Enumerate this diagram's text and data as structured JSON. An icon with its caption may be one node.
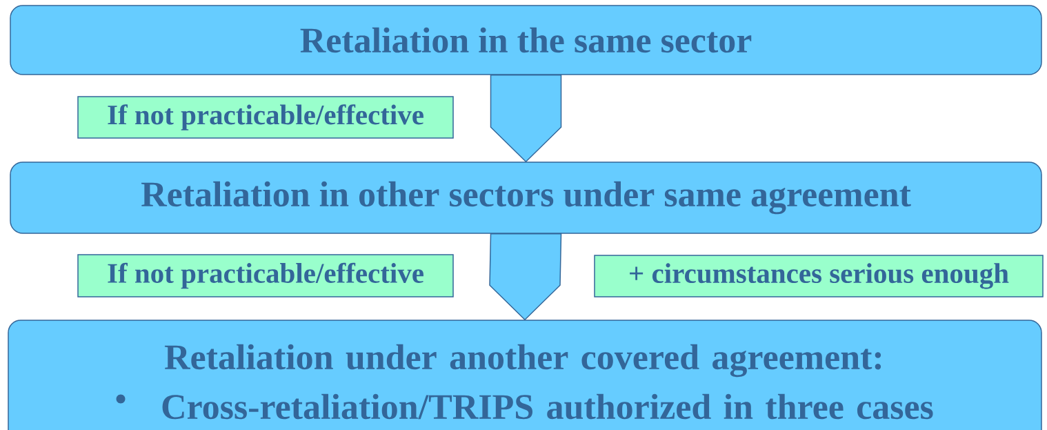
{
  "diagram": {
    "nodes": [
      {
        "text": [
          "Retaliation in the same sector"
        ]
      },
      {
        "text": [
          "Retaliation in other sectors under same agreement"
        ]
      },
      {
        "text": [
          "Retaliation under another covered agreement:",
          "Cross-retaliation/TRIPS authorized in three cases"
        ]
      },
      {
        "text": [
          "If not practicable/effective"
        ]
      },
      {
        "text": [
          "If not practicable/effective"
        ]
      },
      {
        "text": [
          "+ circumstances serious enough"
        ]
      }
    ],
    "edges": [
      {
        "from": 0,
        "to": 1,
        "arrow": "to"
      },
      {
        "from": 1,
        "to": 2,
        "arrow": "to"
      }
    ]
  }
}
